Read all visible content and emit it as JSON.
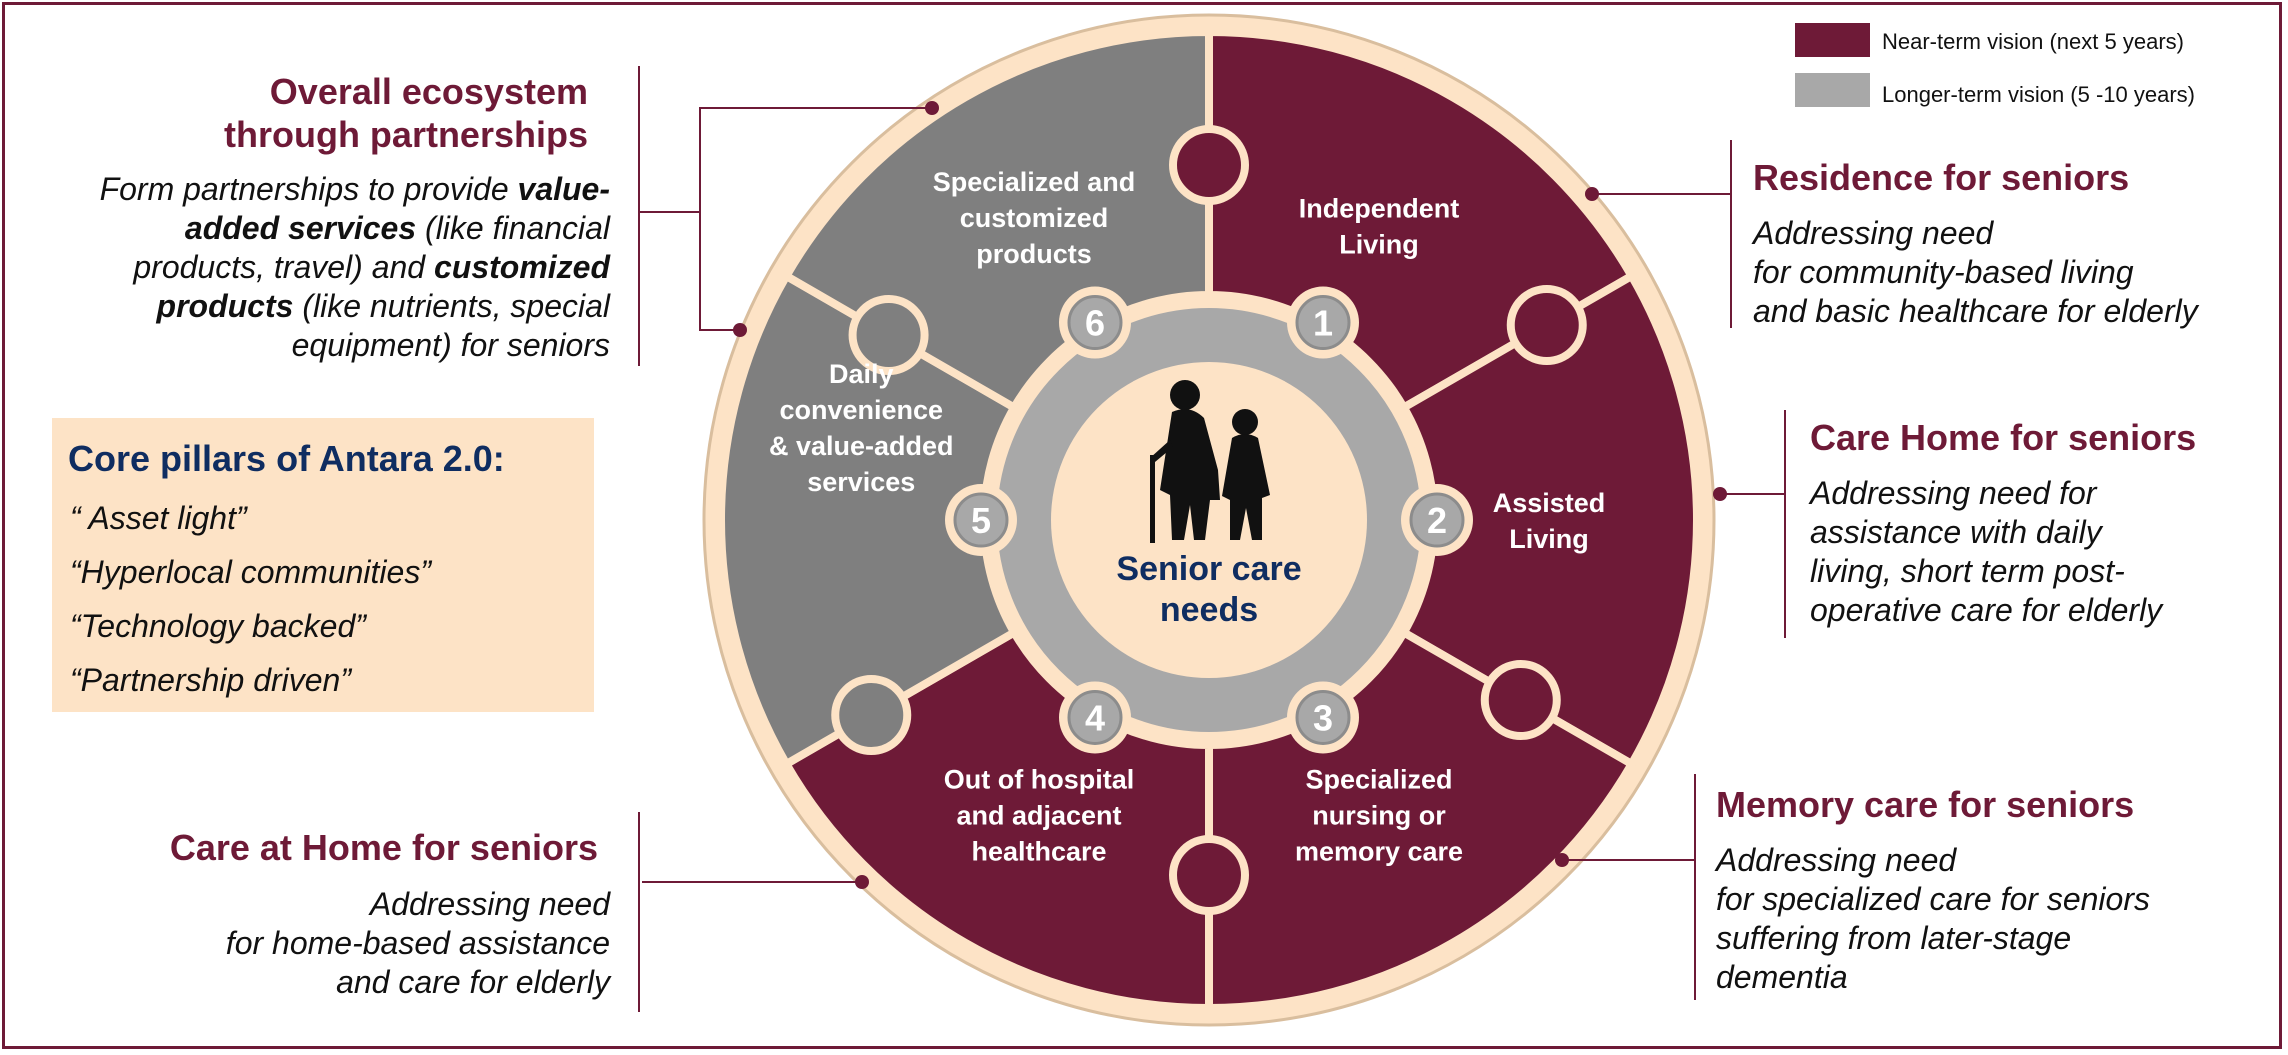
{
  "legend": {
    "near_term": {
      "label": "Near-term vision (next 5 years)",
      "color": "#6E1A37"
    },
    "longer_term": {
      "label": "Longer-term vision (5 -10 years)",
      "color": "#A8A8A8"
    }
  },
  "center": {
    "line1": "Senior care",
    "line2": "needs",
    "icon": "elderly-couple-icon"
  },
  "segments": [
    {
      "number": "1",
      "lines": [
        "Independent",
        "Living"
      ],
      "tier": "near"
    },
    {
      "number": "2",
      "lines": [
        "Assisted",
        "Living"
      ],
      "tier": "near"
    },
    {
      "number": "3",
      "lines": [
        "Specialized",
        "nursing or",
        "memory care"
      ],
      "tier": "near"
    },
    {
      "number": "4",
      "lines": [
        "Out of hospital",
        "and adjacent",
        "healthcare"
      ],
      "tier": "near"
    },
    {
      "number": "5",
      "lines": [
        "Daily",
        "convenience",
        "& value-added",
        "services"
      ],
      "tier": "longer"
    },
    {
      "number": "6",
      "lines": [
        "Specialized and",
        "customized",
        "products"
      ],
      "tier": "longer"
    }
  ],
  "callouts": {
    "ecosystem": {
      "title_lines": [
        "Overall ecosystem",
        "through partnerships"
      ],
      "text": {
        "p1": "Form partnerships to provide ",
        "b1": "value-",
        "b2": "added services",
        "p2": " (like financial",
        "p3": "products, travel) and ",
        "b3": "customized",
        "b4": "products",
        "p4": " (like nutrients, special",
        "p5": "equipment) for seniors"
      }
    },
    "residence": {
      "title": "Residence for seniors",
      "lines": [
        "Addressing need",
        "for community-based living",
        "and basic healthcare for elderly"
      ]
    },
    "care_home": {
      "title": "Care Home for seniors",
      "lines": [
        "Addressing need for",
        "assistance with daily",
        "living, short term post-",
        "operative care for elderly"
      ]
    },
    "memory_care": {
      "title": "Memory care for seniors",
      "lines": [
        "Addressing need",
        "for specialized care for seniors",
        "suffering from later-stage",
        "dementia"
      ]
    },
    "care_at_home": {
      "title": "Care at Home for seniors",
      "lines": [
        "Addressing need",
        "for home-based assistance",
        "and care for elderly"
      ]
    }
  },
  "pillars": {
    "title": "Core pillars of Antara 2.0:",
    "items": [
      "“ Asset light”",
      "“Hyperlocal communities”",
      "“Technology backed”",
      "“Partnership driven”"
    ]
  },
  "colors": {
    "near": "#6E1A37",
    "longer_dark": "#7F7F7F",
    "longer_light": "#A8A8A8",
    "ring": "#FDE3C6",
    "center_text": "#0F2D61"
  }
}
